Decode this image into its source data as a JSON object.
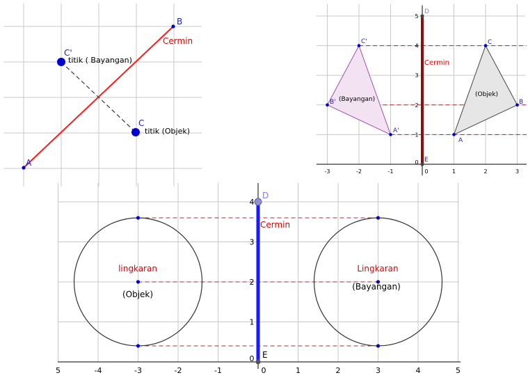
{
  "colors": {
    "grid": "#c8c8c8",
    "axis": "#000000",
    "point": "#0000d0",
    "point_label": "#2020c0",
    "mirror_red_line": "#ff1a1a",
    "mirror_dark_red": "#8b1010",
    "mirror_blue": "#1a1aff",
    "mirror_label": "#e00000",
    "dashed_red": "#a03030",
    "dashed_gray": "#444444",
    "triangle_object_fill": "#e6e6e6",
    "triangle_object_stroke": "#444444",
    "triangle_image_fill": "#f2e2f2",
    "triangle_image_stroke": "#a050b0",
    "circle_stroke": "#333333"
  },
  "panel1": {
    "mirror_label": "Cermin",
    "points": [
      {
        "label": "A",
        "x": -2,
        "y": -2
      },
      {
        "label": "B",
        "x": 2,
        "y": 2
      },
      {
        "label": "C",
        "x": 1,
        "y": -1
      },
      {
        "label": "C'",
        "x": -1,
        "y": 1
      }
    ],
    "object_text": "titik (Objek)",
    "image_text": "titik ( Bayangan)"
  },
  "panel2": {
    "x_ticks": [
      "-3",
      "-2",
      "-1",
      "0",
      "1",
      "2",
      "3"
    ],
    "y_ticks": [
      "0",
      "1",
      "2",
      "3",
      "4",
      "5"
    ],
    "mirror_label": "Cermin",
    "object_label": "(Objek)",
    "image_label": "(Bayangan)",
    "object_triangle": [
      {
        "label": "A",
        "x": 1,
        "y": 1
      },
      {
        "label": "B",
        "x": 3,
        "y": 2
      },
      {
        "label": "C",
        "x": 2,
        "y": 4
      }
    ],
    "image_triangle": [
      {
        "label": "A'",
        "x": -1,
        "y": 1
      },
      {
        "label": "B'",
        "x": -3,
        "y": 2
      },
      {
        "label": "C'",
        "x": -2,
        "y": 4
      }
    ],
    "mirror_points": [
      {
        "label": "D",
        "x": 0,
        "y": 5
      },
      {
        "label": "E",
        "x": 0,
        "y": 0
      }
    ]
  },
  "panel3": {
    "x_ticks": [
      "5",
      "-4",
      "-3",
      "-2",
      "-1",
      "0",
      "1",
      "2",
      "3",
      "4",
      "5"
    ],
    "y_ticks": [
      "0",
      "1",
      "2",
      "3",
      "4"
    ],
    "mirror_label": "Cermin",
    "left_title": "lingkaran",
    "left_sub": "(Objek)",
    "right_title": "Lingkaran",
    "right_sub": "(Bayangan)",
    "circle_radius": 1.6,
    "left_center": {
      "x": -3,
      "y": 2
    },
    "right_center": {
      "x": 3,
      "y": 2
    },
    "mirror_points": [
      {
        "label": "D",
        "x": 0,
        "y": 4
      },
      {
        "label": "E",
        "x": 0,
        "y": 0
      }
    ]
  }
}
